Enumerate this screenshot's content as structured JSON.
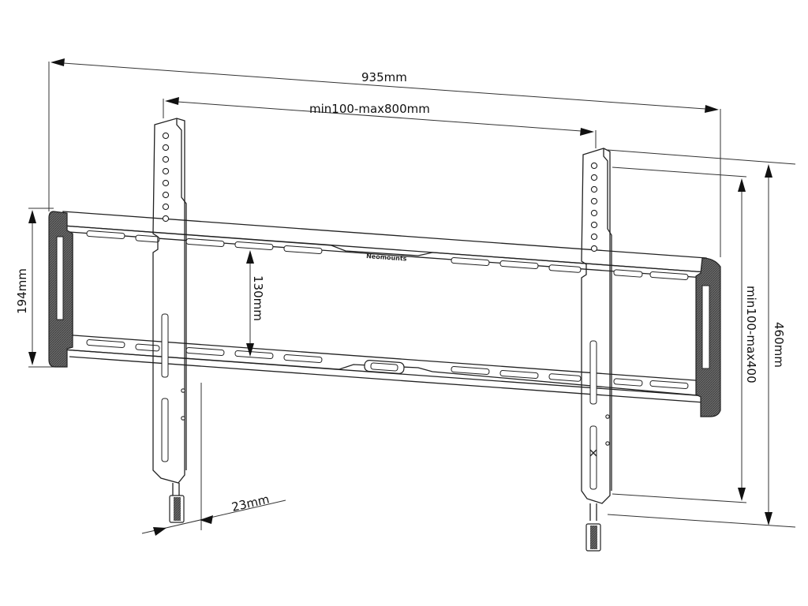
{
  "brand": "Neomounts",
  "dimensions": {
    "total_width": "935mm",
    "vesa_width": "min100-max800mm",
    "rail_height": "194mm",
    "rail_spacing": "130mm",
    "total_height": "460mm",
    "vesa_height": "min100-max400",
    "depth": "23mm"
  },
  "colors": {
    "line": "#222222",
    "pad": "#555555",
    "background": "#ffffff"
  }
}
